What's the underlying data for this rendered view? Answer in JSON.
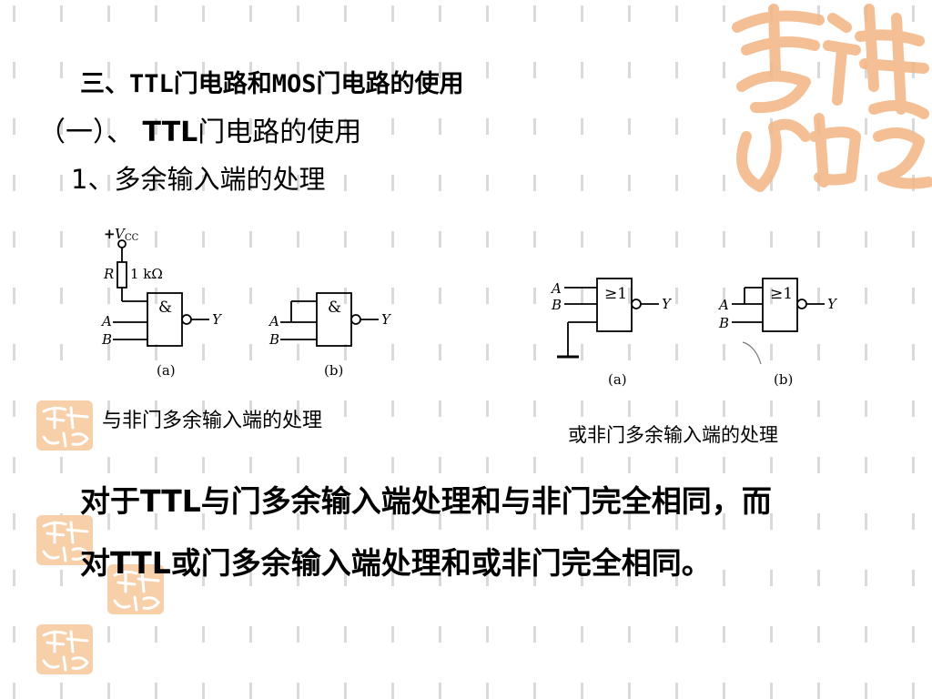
{
  "slide": {
    "heading_main": "三、TTL门电路和MOS门电路的使用",
    "heading_sub_prefix": "（一）、",
    "heading_sub_bold": "TTL",
    "heading_sub_rest": "门电路的使用",
    "heading_item": "1、多余输入端的处理",
    "caption_nand": "与非门多余输入端的处理",
    "caption_nor": "或非门多余输入端的处理",
    "body_line1": "对于TTL与门多余输入端处理和与非门完全相同，而",
    "body_line2": "对TTL或门多余输入端处理和或非门完全相同。"
  },
  "diagrams": {
    "nand": {
      "gate_symbol": "&",
      "vcc_plus": "+",
      "vcc_v": "V",
      "vcc_sub": "CC",
      "resistor_name": "R",
      "resistor_value": "1 kΩ",
      "input_a": "A",
      "input_b": "B",
      "output": "Y",
      "label_a": "(a)",
      "label_b": "(b)"
    },
    "nor": {
      "gate_symbol": "≥1",
      "input_a": "A",
      "input_b": "B",
      "output": "Y",
      "label_a": "(a)",
      "label_b": "(b)"
    }
  },
  "colors": {
    "decor_orange": "#f3b583",
    "dash_gray": "#d9d9d9"
  }
}
